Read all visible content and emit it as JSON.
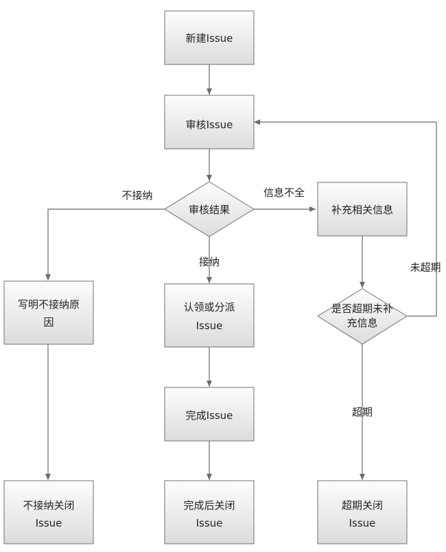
{
  "nodes": {
    "new_issue": "新建Issue",
    "review_issue": "审核Issue",
    "review_result": "审核结果",
    "supplement_info": "补充相关信息",
    "write_reason": [
      "写明不接纳原",
      "因"
    ],
    "claim_or_assign": [
      "认领或分派",
      "Issue"
    ],
    "is_overdue": [
      "是否超期未补",
      "充信息"
    ],
    "complete_issue": "完成Issue",
    "reject_close": [
      "不接纳关闭",
      "Issue"
    ],
    "complete_close": [
      "完成后关闭",
      "Issue"
    ],
    "overdue_close": [
      "超期关闭",
      "Issue"
    ]
  },
  "edges": {
    "reject": "不接纳",
    "accept": "接纳",
    "info_incomplete": "信息不全",
    "not_overdue": "未超期",
    "overdue": "超期"
  },
  "colors": {
    "box_top": "#fdfdfd",
    "box_bottom": "#dcdcdc",
    "border": "#6f6f6f",
    "line": "#6a6a6a"
  }
}
